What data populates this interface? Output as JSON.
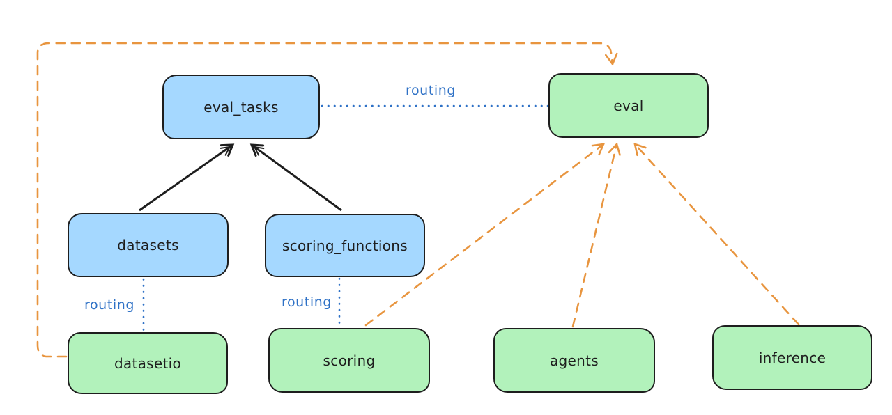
{
  "nodes": {
    "eval_tasks": {
      "label": "eval_tasks",
      "group": "resource"
    },
    "eval": {
      "label": "eval",
      "group": "api"
    },
    "datasets": {
      "label": "datasets",
      "group": "resource"
    },
    "scoring_functions": {
      "label": "scoring_functions",
      "group": "resource"
    },
    "datasetio": {
      "label": "datasetio",
      "group": "api"
    },
    "scoring": {
      "label": "scoring",
      "group": "api"
    },
    "agents": {
      "label": "agents",
      "group": "api"
    },
    "inference": {
      "label": "inference",
      "group": "api"
    }
  },
  "edges": [
    {
      "from": "datasets",
      "to": "eval_tasks",
      "style": "solid-black-arrow",
      "label": ""
    },
    {
      "from": "scoring_functions",
      "to": "eval_tasks",
      "style": "solid-black-arrow",
      "label": ""
    },
    {
      "from": "eval_tasks",
      "to": "eval",
      "style": "dotted-blue",
      "label": "routing"
    },
    {
      "from": "datasets",
      "to": "datasetio",
      "style": "dotted-blue",
      "label": "routing"
    },
    {
      "from": "scoring_functions",
      "to": "scoring",
      "style": "dotted-blue",
      "label": "routing"
    },
    {
      "from": "datasetio",
      "to": "eval",
      "style": "dashed-orange-arrow",
      "label": ""
    },
    {
      "from": "scoring",
      "to": "eval",
      "style": "dashed-orange-arrow",
      "label": ""
    },
    {
      "from": "agents",
      "to": "eval",
      "style": "dashed-orange-arrow",
      "label": ""
    },
    {
      "from": "inference",
      "to": "eval",
      "style": "dashed-orange-arrow",
      "label": ""
    }
  ],
  "colors": {
    "resource_box_fill": "#a5d8ff",
    "api_box_fill": "#b2f2bb",
    "box_stroke": "#1e1e1e",
    "routing_line": "#2e71c6",
    "dependency_line": "#e8953f",
    "background": "#ffffff"
  }
}
